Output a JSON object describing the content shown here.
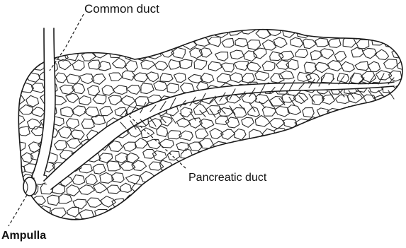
{
  "labels": {
    "common_duct": "Common duct",
    "pancreatic_duct": "Pancreatic duct",
    "ampulla": "Ampulla"
  },
  "colors": {
    "line": "#1a1a1a",
    "background": "#ffffff"
  }
}
